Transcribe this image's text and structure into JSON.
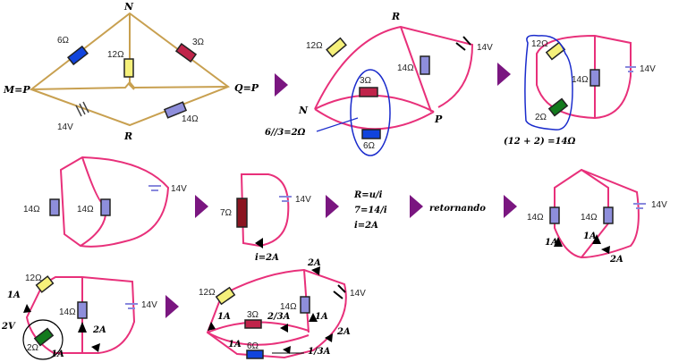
{
  "colors": {
    "wire_original": "#c8a050",
    "wire_pink": "#e8307a",
    "arrow": "#7a1680",
    "yellow": "#f5f07a",
    "crimson": "#c0244a",
    "lavender": "#8e8edb",
    "blue": "#1144dd",
    "green": "#137a1d",
    "darkred": "#8b1420",
    "battery": "#8888dd"
  },
  "labels": {
    "r6": "6Ω",
    "r12": "12Ω",
    "r3": "3Ω",
    "r14": "14Ω",
    "r2": "2Ω",
    "r7": "7Ω",
    "v14": "14V",
    "node_n": "N",
    "node_r": "R",
    "node_p": "P",
    "node_m_eq": "M=P",
    "node_q_eq": "Q=P",
    "eq_parallel": "6//3=2Ω",
    "eq_series": "(12 + 2) =14Ω",
    "i2a": "i=2A",
    "ohm1": "R=u/i",
    "ohm2": "7=14/i",
    "ohm3": "i=2A",
    "retornando": "retornando",
    "a1": "1A",
    "a2": "2A",
    "v2": "2V",
    "a23": "2/3A",
    "a13": "1/3A"
  }
}
